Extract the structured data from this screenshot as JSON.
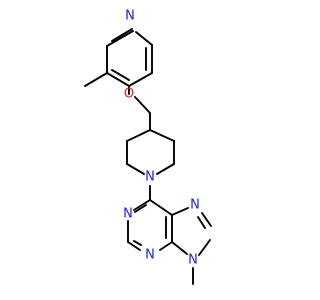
{
  "colors": {
    "background": "#ffffff",
    "bond": "#000000",
    "nitrogen": "#1f1ff2",
    "oxygen": "#ee2020"
  },
  "atoms": {
    "pyridine_n": {
      "label": "N",
      "element": "nitrogen"
    },
    "ether_o": {
      "label": "O",
      "element": "oxygen"
    },
    "piperidine_n": {
      "label": "N",
      "element": "nitrogen"
    },
    "purine_n1": {
      "label": "N",
      "element": "nitrogen"
    },
    "purine_n3": {
      "label": "N",
      "element": "nitrogen"
    },
    "purine_n7": {
      "label": "N",
      "element": "nitrogen"
    },
    "purine_n9": {
      "label": "N",
      "element": "nitrogen"
    }
  }
}
